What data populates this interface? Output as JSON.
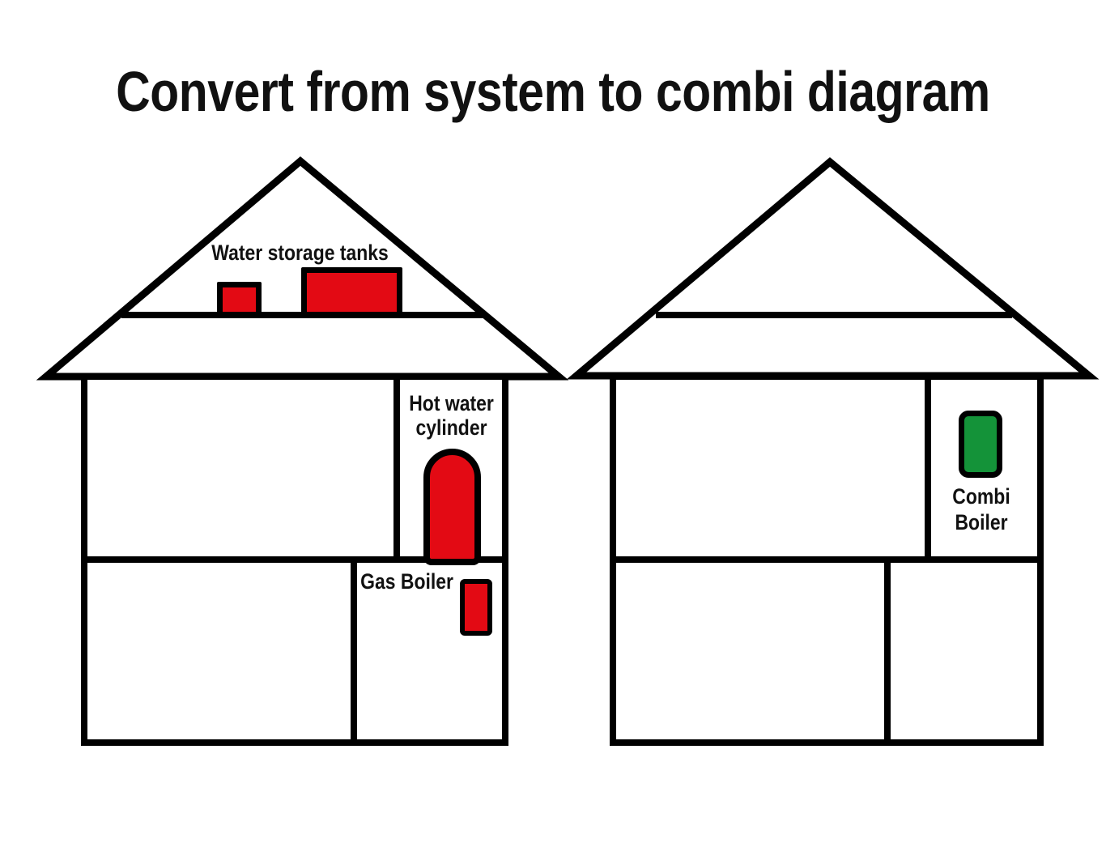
{
  "title": "Convert from system to combi diagram",
  "colors": {
    "red": "#e30a14",
    "green": "#149339",
    "line": "#000000",
    "text": "#111111",
    "background": "#ffffff"
  },
  "left_house": {
    "water_tanks_label": "Water storage tanks",
    "hot_water_cylinder_label": "Hot water\ncylinder",
    "gas_boiler_label": "Gas Boiler"
  },
  "right_house": {
    "combi_boiler_label": "Combi\nBoiler"
  }
}
